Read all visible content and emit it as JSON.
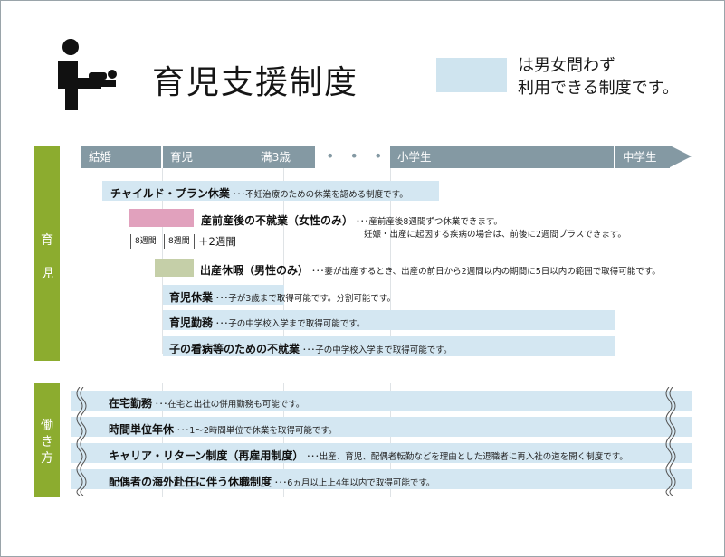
{
  "header": {
    "title": "育児支援制度",
    "legend": "は男女問わず\n利用できる制度です。"
  },
  "timeline": [
    "結婚",
    "育児",
    "満3歳",
    "小学生",
    "中学生"
  ],
  "timeline_dots": "• • • •",
  "sections": {
    "childcare": [
      "育",
      "児"
    ],
    "workstyle": [
      "働",
      "き",
      "方"
    ]
  },
  "childcare_items": [
    {
      "title": "チャイルド・プラン休業",
      "desc": "･･･不妊治療のための休業を認める制度です。"
    },
    {
      "title_a": "産前産後の不就業（",
      "title_b": "女性",
      "title_c": "のみ）",
      "desc": "･･･産前産後8週間ずつ休業できます。",
      "note": "妊娠・出産に起因する疾病の場合は、前後に2週間プラスできます。",
      "box1": "8週間",
      "box2": "8週間",
      "plus": "＋2週間"
    },
    {
      "title_a": "出産休暇（",
      "title_b": "男性",
      "title_c": "のみ）",
      "desc": "･･･妻が出産するとき、出産の前日から2週間以内の期間に5日以内の範囲で取得可能です。"
    },
    {
      "title": "育児休業",
      "desc": "･･･子が3歳まで取得可能です。分割可能です。"
    },
    {
      "title": "育児勤務",
      "desc": "･･･子の中学校入学まで取得可能です。"
    },
    {
      "title": "子の看病等のための不就業",
      "desc": "･･･子の中学校入学まで取得可能です。"
    }
  ],
  "work_items": [
    {
      "title": "在宅勤務",
      "desc": "･･･在宅と出社の併用勤務も可能です。"
    },
    {
      "title": "時間単位年休",
      "desc": "･･･1～2時間単位で休業を取得可能です。"
    },
    {
      "title": "キャリア・リターン制度（再雇用制度）",
      "desc": "･･･出産、育児、配偶者転勤などを理由とした退職者に再入社の道を開く制度です。"
    },
    {
      "title": "配偶者の海外赴任に伴う休職制度",
      "desc": "･･･6ヵ月以上上4年以内で取得可能です。"
    }
  ]
}
